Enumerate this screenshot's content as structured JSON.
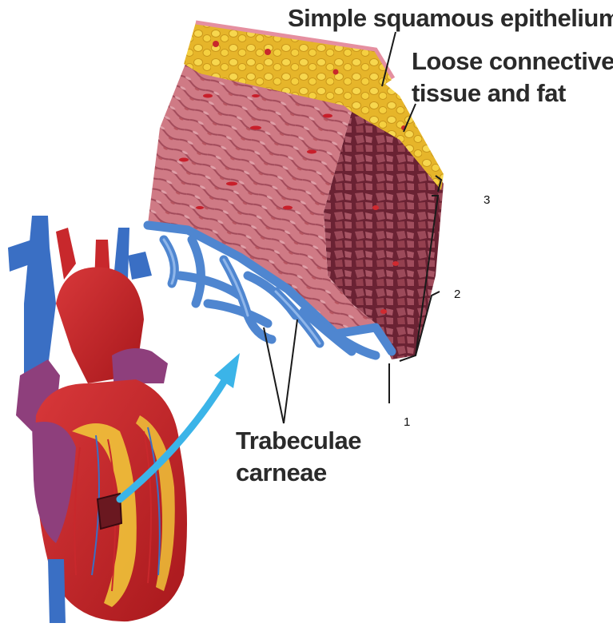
{
  "labels": {
    "simple_squamous": "Simple squamous epithelium",
    "loose_connective_line1": "Loose connective",
    "loose_connective_line2": "tissue and fat",
    "trabeculae_line1": "Trabeculae",
    "trabeculae_line2": "carneae"
  },
  "numbers": {
    "n1": "1",
    "n2": "2",
    "n3": "3"
  },
  "colors": {
    "fat_yellow": "#f2cd3a",
    "muscle_pink": "#c9707c",
    "muscle_dark": "#8e3a4a",
    "endocardium_blue": "#4f86d0",
    "heart_red": "#c8282c",
    "vessel_blue": "#3a6fc4",
    "purple": "#8e3f7c",
    "arrow_cyan": "#3bb4e8"
  }
}
